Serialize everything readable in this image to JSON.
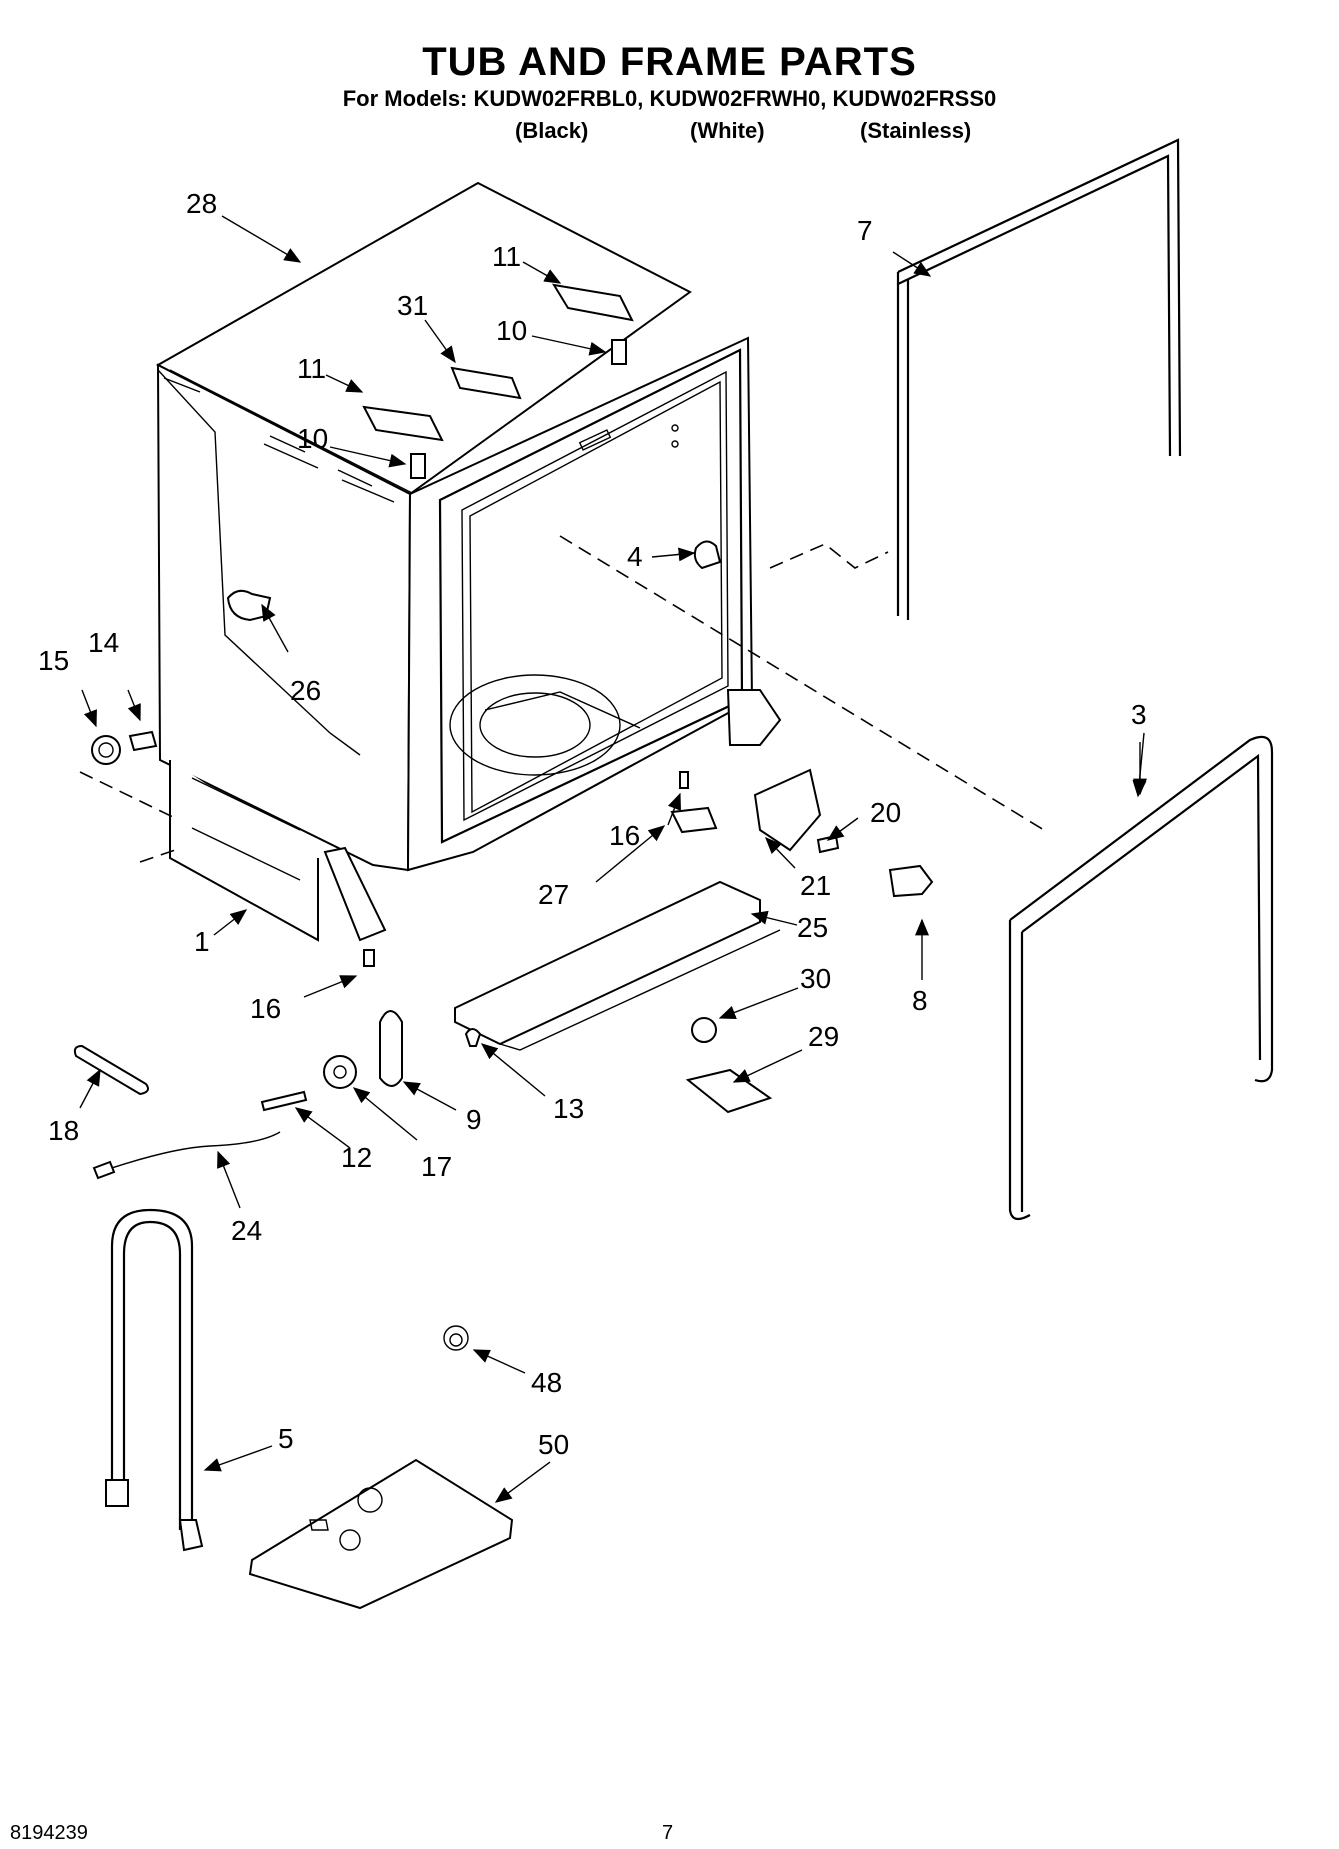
{
  "header": {
    "title": "TUB AND FRAME PARTS",
    "subtitle": "For Models: KUDW02FRBL0, KUDW02FRWH0, KUDW02FRSS0",
    "variants": [
      "(Black)",
      "(White)",
      "(Stainless)"
    ]
  },
  "diagram": {
    "callouts": [
      "28",
      "11",
      "31",
      "10",
      "11",
      "10",
      "4",
      "26",
      "14",
      "15",
      "1",
      "7",
      "3",
      "16",
      "27",
      "21",
      "20",
      "25",
      "8",
      "16",
      "30",
      "29",
      "13",
      "9",
      "17",
      "12",
      "18",
      "24",
      "48",
      "5",
      "50"
    ]
  },
  "footer": {
    "doc_number": "8194239",
    "page_number": "7"
  }
}
